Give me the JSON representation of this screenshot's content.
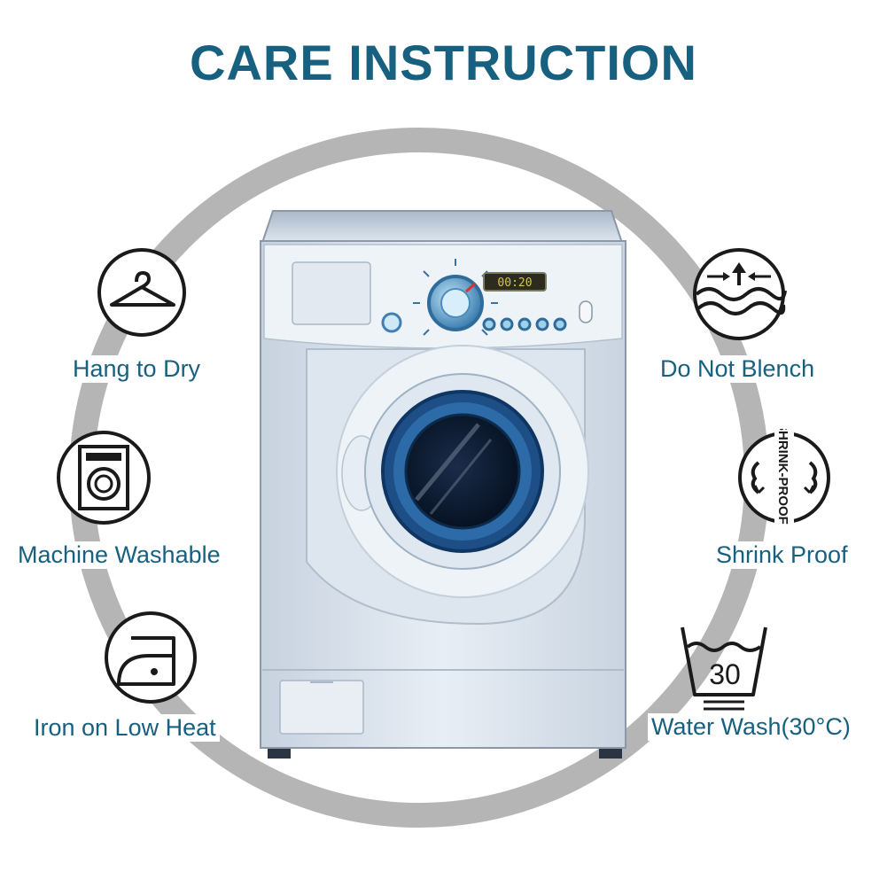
{
  "title": "CARE INSTRUCTION",
  "display_time": "00:20",
  "items": [
    {
      "label": "Hang to Dry",
      "icon": "hanger-icon"
    },
    {
      "label": "Machine Washable",
      "icon": "washing-machine-icon"
    },
    {
      "label": "Iron on Low Heat",
      "icon": "iron-icon"
    },
    {
      "label": "Do Not Blench",
      "icon": "no-bleach-icon"
    },
    {
      "label": "Shrink Proof",
      "icon": "shrink-proof-icon",
      "badge": "SHRINK-PROOF"
    },
    {
      "label": "Water Wash(30°C)",
      "icon": "wash-basin-icon",
      "temperature": "30"
    }
  ],
  "colors": {
    "title": "#17607f",
    "label": "#17607f",
    "ring": "#b5b5b5",
    "icon_stroke": "#1a1a1a"
  }
}
